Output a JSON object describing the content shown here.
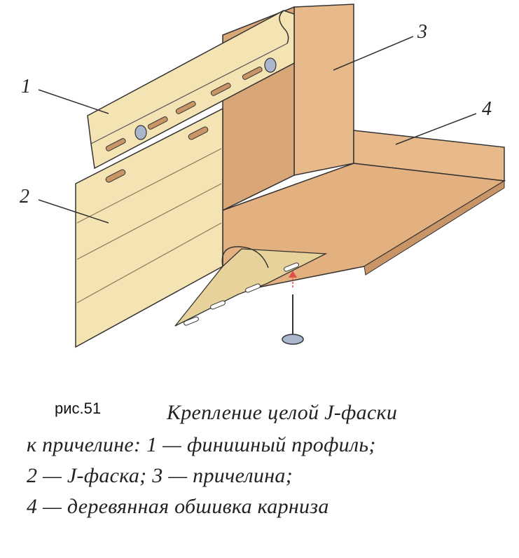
{
  "callouts": {
    "c1": "1",
    "c2": "2",
    "c3": "3",
    "c4": "4"
  },
  "caption": {
    "figure_label": "рис.51",
    "line1": "Крепление целой J-фаски",
    "line2": "к причелине: 1 — финишный профиль;",
    "line3": "2 — J-фаска; 3 — причелина;",
    "line4": "4 — деревянная обшивка карниза"
  },
  "colors": {
    "wood_face": "#e8b98a",
    "wood_side": "#d9a677",
    "wood_dark": "#c99466",
    "vinyl": "#f4e4b4",
    "vinyl_shade": "#e6d29a",
    "nail_arrow": "#e0504a",
    "nail_head": "#a9b6cc"
  },
  "icons": {
    "nail": "nail-icon"
  }
}
